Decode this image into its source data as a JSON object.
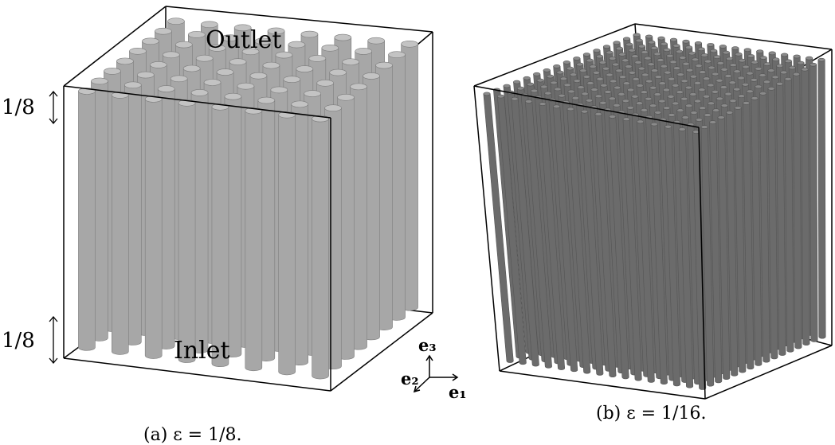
{
  "panel_a": {
    "outlet_label": "Outlet",
    "inlet_label": "Inlet",
    "top_margin_label": "1/8",
    "bottom_margin_label": "1/8",
    "caption": "(a) ε = 1/8.",
    "cylinders_per_side": 8
  },
  "panel_b": {
    "caption": "(b) ε = 1/16.",
    "cylinders_per_side": 16
  },
  "axes": {
    "e3": "e₃",
    "e2": "e₂",
    "e1": "e₁"
  },
  "colors": {
    "cylinder_side": "#a7a7a7",
    "cylinder_edge": "#7d7d7d",
    "cylinder_top": "#c3c3c3",
    "cylinder_side_b": "#6b6b6b",
    "cylinder_top_b": "#8a8a8a",
    "box_edge": "#000000"
  }
}
